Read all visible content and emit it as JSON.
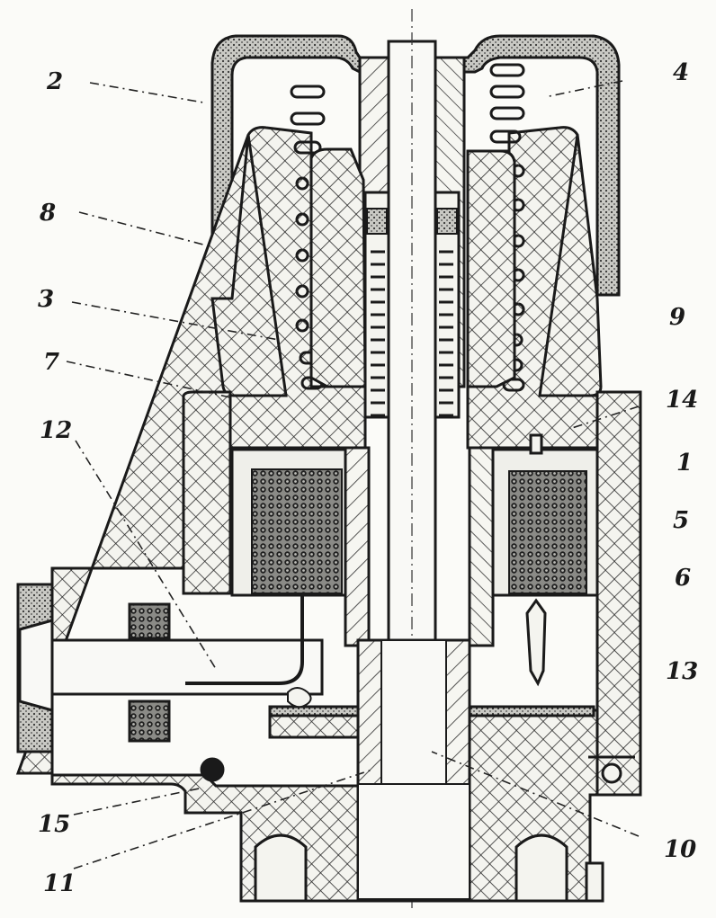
{
  "figure": {
    "callouts": [
      {
        "id": "2",
        "text": "2"
      },
      {
        "id": "4",
        "text": "4"
      },
      {
        "id": "8",
        "text": "8"
      },
      {
        "id": "3",
        "text": "3"
      },
      {
        "id": "7",
        "text": "7"
      },
      {
        "id": "12",
        "text": "12"
      },
      {
        "id": "9",
        "text": "9"
      },
      {
        "id": "14",
        "text": "14"
      },
      {
        "id": "1",
        "text": "1"
      },
      {
        "id": "5",
        "text": "5"
      },
      {
        "id": "6",
        "text": "6"
      },
      {
        "id": "13",
        "text": "13"
      },
      {
        "id": "15",
        "text": "15"
      },
      {
        "id": "11",
        "text": "11"
      },
      {
        "id": "10",
        "text": "10"
      }
    ]
  }
}
